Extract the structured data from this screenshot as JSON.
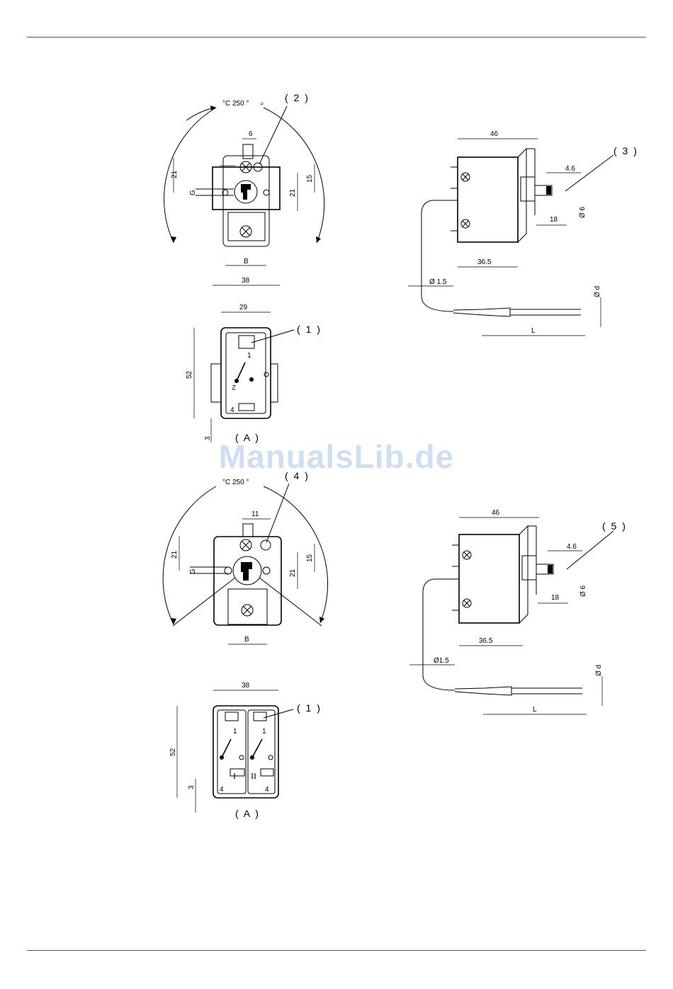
{
  "watermark": "ManualsLib.de",
  "temp_label": "°C 250 °",
  "callouts": {
    "c1": "( 1 )",
    "c2": "( 2 )",
    "c3": "( 3 )",
    "c4": "( 4 )",
    "c5": "( 5 )",
    "a": "( A )"
  },
  "dims": {
    "d6": "6",
    "d11": "11",
    "d21": "21",
    "d15": "15",
    "dG": "G",
    "dB": "B",
    "d38": "38",
    "d29": "29",
    "d52": "52",
    "d3": "3",
    "d46": "46",
    "d4_6": "4.6",
    "d18": "18",
    "dphi6": "Ø 6",
    "d36_5": "36.5",
    "dphi1_5": "Ø 1.5",
    "dphi1_5b": "Ø1.5",
    "dphid": "Ø d",
    "dL": "L"
  },
  "terminals": {
    "t1": "1",
    "t2": "2",
    "t4": "4",
    "roman1": "I",
    "roman2": "II"
  }
}
